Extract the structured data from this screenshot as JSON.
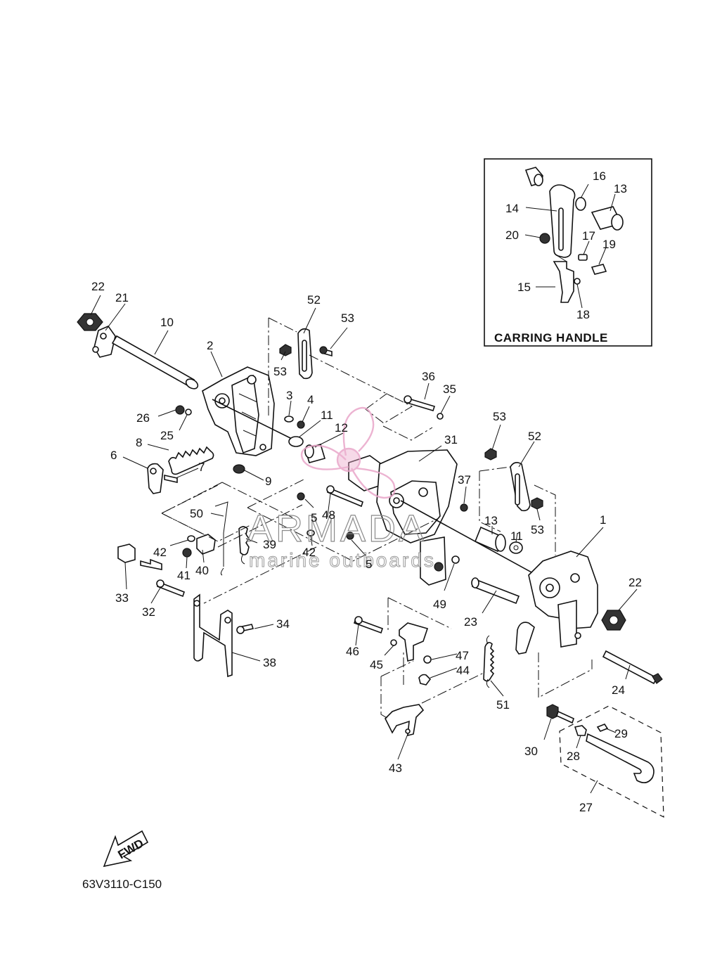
{
  "labels": [
    {
      "id": "1",
      "text": "1"
    },
    {
      "id": "2",
      "text": "2"
    },
    {
      "id": "3",
      "text": "3"
    },
    {
      "id": "4",
      "text": "4"
    },
    {
      "id": "5a",
      "text": "5"
    },
    {
      "id": "5b",
      "text": "5"
    },
    {
      "id": "6",
      "text": "6"
    },
    {
      "id": "7",
      "text": "7"
    },
    {
      "id": "8",
      "text": "8"
    },
    {
      "id": "9",
      "text": "9"
    },
    {
      "id": "10",
      "text": "10"
    },
    {
      "id": "11a",
      "text": "11"
    },
    {
      "id": "11b",
      "text": "11"
    },
    {
      "id": "12",
      "text": "12"
    },
    {
      "id": "13a",
      "text": "13"
    },
    {
      "id": "13b",
      "text": "13"
    },
    {
      "id": "14",
      "text": "14"
    },
    {
      "id": "15",
      "text": "15"
    },
    {
      "id": "16",
      "text": "16"
    },
    {
      "id": "17",
      "text": "17"
    },
    {
      "id": "18",
      "text": "18"
    },
    {
      "id": "19",
      "text": "19"
    },
    {
      "id": "20",
      "text": "20"
    },
    {
      "id": "21",
      "text": "21"
    },
    {
      "id": "22a",
      "text": "22"
    },
    {
      "id": "22b",
      "text": "22"
    },
    {
      "id": "23",
      "text": "23"
    },
    {
      "id": "24",
      "text": "24"
    },
    {
      "id": "25",
      "text": "25"
    },
    {
      "id": "26",
      "text": "26"
    },
    {
      "id": "27",
      "text": "27"
    },
    {
      "id": "28",
      "text": "28"
    },
    {
      "id": "29",
      "text": "29"
    },
    {
      "id": "30",
      "text": "30"
    },
    {
      "id": "31",
      "text": "31"
    },
    {
      "id": "32",
      "text": "32"
    },
    {
      "id": "33",
      "text": "33"
    },
    {
      "id": "34",
      "text": "34"
    },
    {
      "id": "35",
      "text": "35"
    },
    {
      "id": "36",
      "text": "36"
    },
    {
      "id": "37",
      "text": "37"
    },
    {
      "id": "38",
      "text": "38"
    },
    {
      "id": "39",
      "text": "39"
    },
    {
      "id": "40",
      "text": "40"
    },
    {
      "id": "41",
      "text": "41"
    },
    {
      "id": "42a",
      "text": "42"
    },
    {
      "id": "42b",
      "text": "42"
    },
    {
      "id": "43",
      "text": "43"
    },
    {
      "id": "44",
      "text": "44"
    },
    {
      "id": "45",
      "text": "45"
    },
    {
      "id": "46",
      "text": "46"
    },
    {
      "id": "47",
      "text": "47"
    },
    {
      "id": "48",
      "text": "48"
    },
    {
      "id": "49",
      "text": "49"
    },
    {
      "id": "50",
      "text": "50"
    },
    {
      "id": "51",
      "text": "51"
    },
    {
      "id": "52a",
      "text": "52"
    },
    {
      "id": "52b",
      "text": "52"
    },
    {
      "id": "53a",
      "text": "53"
    },
    {
      "id": "53b",
      "text": "53"
    },
    {
      "id": "53c",
      "text": "53"
    },
    {
      "id": "53d",
      "text": "53"
    }
  ],
  "inset": {
    "title": "CARRING HANDLE"
  },
  "fwd_label": "FWD",
  "drawing_code": "63V3110-C150",
  "watermark": {
    "brand": "ARMADA",
    "tagline": "marine outboards",
    "color": "#e9a6c9"
  }
}
